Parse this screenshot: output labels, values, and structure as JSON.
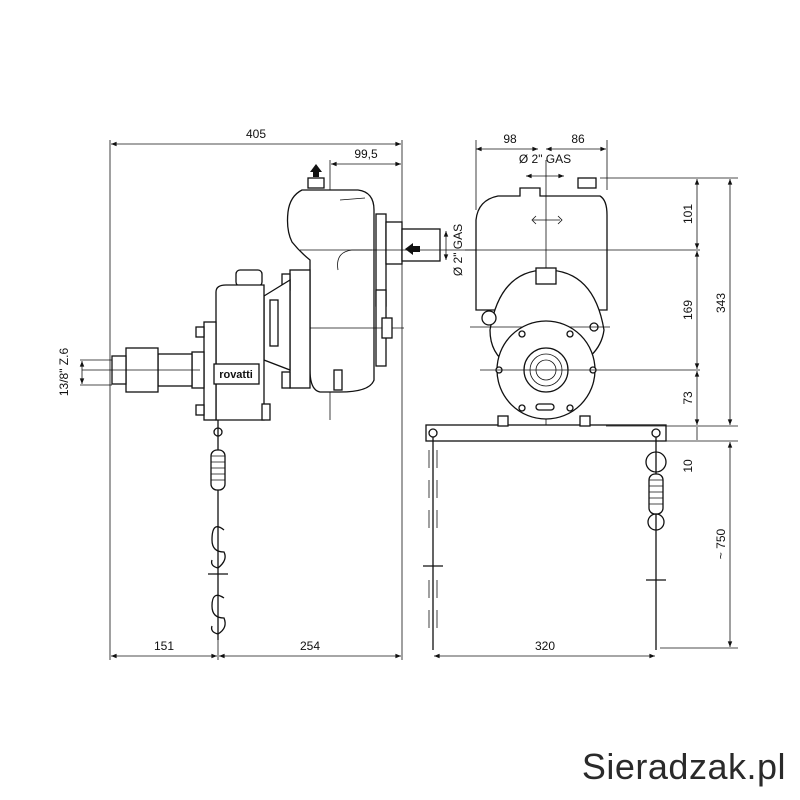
{
  "drawing": {
    "side_view": {
      "overall_width": "405",
      "outlet_offset": "99,5",
      "inlet_size": "Ø 2\" GAS",
      "shaft_spec": "13/8\" Z.6",
      "left_offset": "151",
      "right_offset": "254",
      "nameplate_logo": "rovatti"
    },
    "front_view": {
      "left_half_width": "98",
      "right_half_width": "86",
      "outlet_size": "Ø 2\" GAS",
      "top_to_inlet": "101",
      "inlet_to_shaft": "169",
      "shaft_to_frame": "73",
      "total_height": "343",
      "frame_thickness": "10",
      "chain_length": "~ 750",
      "frame_width": "320"
    }
  },
  "watermark": "Sieradzak.pl"
}
